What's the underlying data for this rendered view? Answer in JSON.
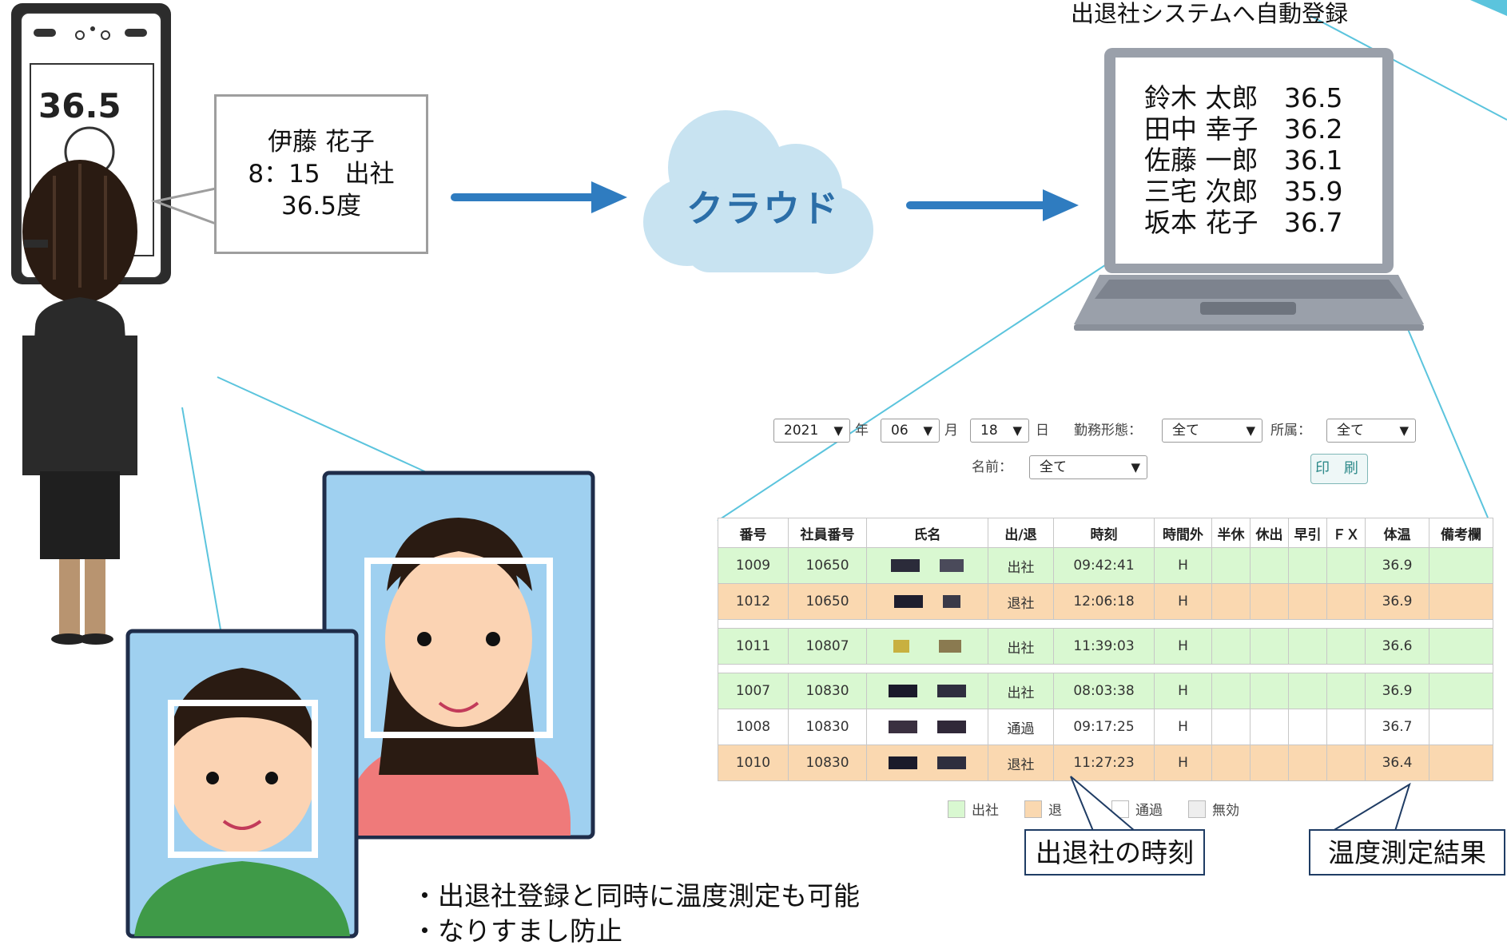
{
  "device": {
    "temperature_display": "36.5"
  },
  "callout": {
    "lines": [
      "伊藤 花子",
      "8：15　出社",
      "36.5度"
    ]
  },
  "cloud": {
    "label": "クラウド"
  },
  "laptop": {
    "caption": "出退社システムへ自動登録",
    "entries": [
      {
        "name": "鈴木 太郎",
        "temp": "36.5"
      },
      {
        "name": "田中 幸子",
        "temp": "36.2"
      },
      {
        "name": "佐藤 一郎",
        "temp": "36.1"
      },
      {
        "name": "三宅 次郎",
        "temp": "35.9"
      },
      {
        "name": "坂本 花子",
        "temp": "36.7"
      }
    ]
  },
  "filters": {
    "year": "2021",
    "year_unit": "年",
    "month": "06",
    "month_unit": "月",
    "day": "18",
    "day_unit": "日",
    "work_type_label": "勤務形態：",
    "work_type_value": "全て",
    "dept_label": "所属：",
    "dept_value": "全て",
    "name_label": "名前：",
    "name_value": "全て",
    "print_button": "印 刷"
  },
  "table": {
    "headers": [
      "番号",
      "社員番号",
      "氏名",
      "出/退",
      "時刻",
      "時間外",
      "半休",
      "休出",
      "早引",
      "ＦＸ",
      "体温",
      "備考欄"
    ],
    "rows": [
      {
        "no": "1009",
        "emp": "10650",
        "type": "出社",
        "time": "09:42:41",
        "ot": "H",
        "temp": "36.9",
        "kind": "in"
      },
      {
        "no": "1012",
        "emp": "10650",
        "type": "退社",
        "time": "12:06:18",
        "ot": "H",
        "temp": "36.9",
        "kind": "out"
      },
      {
        "no": "1011",
        "emp": "10807",
        "type": "出社",
        "time": "11:39:03",
        "ot": "H",
        "temp": "36.6",
        "kind": "in"
      },
      {
        "no": "1007",
        "emp": "10830",
        "type": "出社",
        "time": "08:03:38",
        "ot": "H",
        "temp": "36.9",
        "kind": "in"
      },
      {
        "no": "1008",
        "emp": "10830",
        "type": "通過",
        "time": "09:17:25",
        "ot": "H",
        "temp": "36.7",
        "kind": "pass"
      },
      {
        "no": "1010",
        "emp": "10830",
        "type": "退社",
        "time": "11:27:23",
        "ot": "H",
        "temp": "36.4",
        "kind": "out"
      }
    ]
  },
  "legend": [
    {
      "label": "出社",
      "color": "#d9f8d1"
    },
    {
      "label": "退",
      "color": "#fad8b0"
    },
    {
      "label": "通過",
      "color": "#ffffff"
    },
    {
      "label": "無効",
      "color": "#eeeeee"
    }
  ],
  "callouts": {
    "time_label": "出退社の時刻",
    "temp_label": "温度測定結果"
  },
  "bullets": [
    "・出退社登録と同時に温度測定も可能",
    "・なりすまし防止"
  ],
  "colors": {
    "arrow": "#2f7cc0",
    "cloud": "#c8e3f1",
    "line": "#5bc4dd",
    "photo_bg": "#9fd0f0"
  }
}
